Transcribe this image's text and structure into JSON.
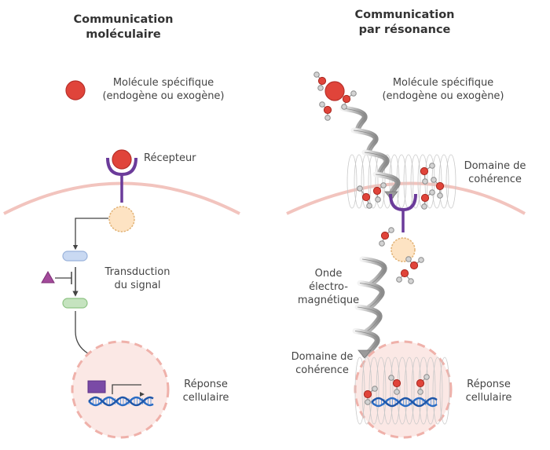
{
  "left_panel": {
    "title_line1": "Communication",
    "title_line2": "moléculaire",
    "molecule_label_line1": "Molécule spécifique",
    "molecule_label_line2": "(endogène ou exogène)",
    "receptor_label": "Récepteur",
    "transduction_line1": "Transduction",
    "transduction_line2": "du signal",
    "response_line1": "Réponse",
    "response_line2": "cellulaire"
  },
  "right_panel": {
    "title_line1": "Communication",
    "title_line2": "par résonance",
    "molecule_label_line1": "Molécule spécifique",
    "molecule_label_line2": "(endogène ou exogène)",
    "coherence_top_line1": "Domaine de",
    "coherence_top_line2": "cohérence",
    "wave_line1": "Onde",
    "wave_line2": "électro-",
    "wave_line3": "magnétique",
    "coherence_bottom_line1": "Domaine de",
    "coherence_bottom_line2": "cohérence",
    "response_line1": "Réponse",
    "response_line2": "cellulaire"
  },
  "colors": {
    "molecule_red": "#e0443a",
    "receptor_purple": "#6b3b9a",
    "membrane_pink": "#f2c4be",
    "enzyme_fill": "#fde3c3",
    "blue_protein": "#c9d9f2",
    "green_protein": "#c5e3bf",
    "dna_blue": "#2b6cc4",
    "nucleus_fill": "#fbe8e5",
    "wave_gray": "#a9a9a9"
  }
}
